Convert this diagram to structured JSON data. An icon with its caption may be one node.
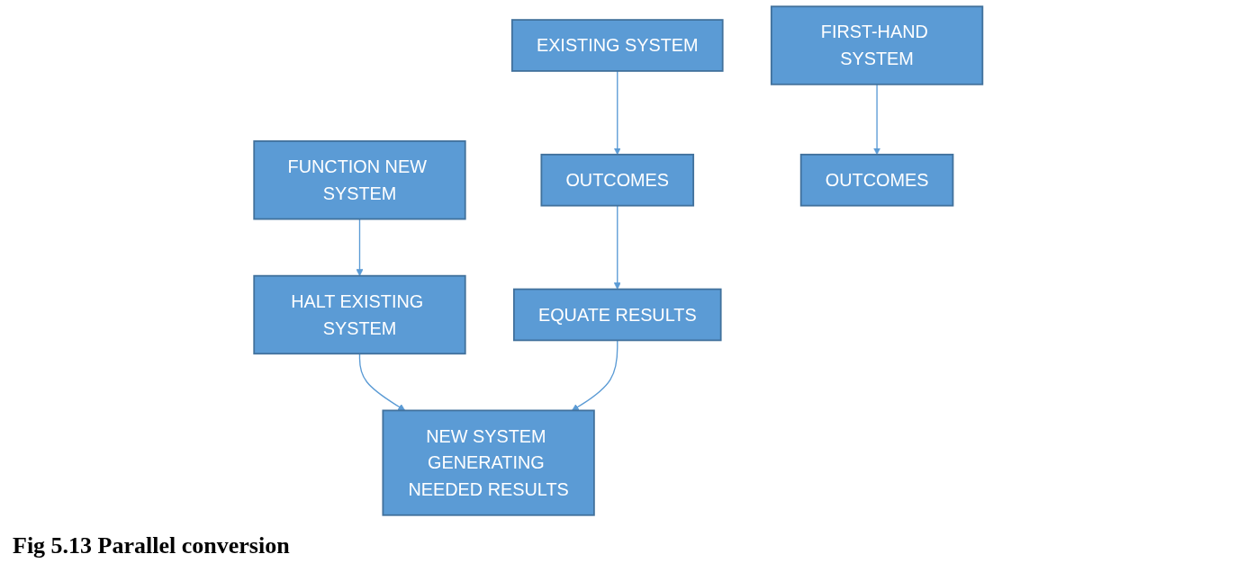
{
  "diagram": {
    "caption": "Fig 5.13 Parallel conversion",
    "nodes": [
      {
        "text": [
          "EXISTING SYSTEM"
        ]
      },
      {
        "text": [
          "FIRST-HAND SYSTEM"
        ]
      },
      {
        "text": [
          "FUNCTION NEW SYSTEM"
        ]
      },
      {
        "text": [
          "OUTCOMES"
        ]
      },
      {
        "text": [
          "OUTCOMES"
        ]
      },
      {
        "text": [
          "HALT EXISTING SYSTEM"
        ]
      },
      {
        "text": [
          "EQUATE RESULTS"
        ]
      },
      {
        "text": [
          "NEW SYSTEM GENERATING NEEDED RESULTS"
        ]
      }
    ],
    "edges": [
      {
        "from": 0,
        "to": 3,
        "arrow": "to"
      },
      {
        "from": 1,
        "to": 4,
        "arrow": "to"
      },
      {
        "from": 2,
        "to": 5,
        "arrow": "to"
      },
      {
        "from": 3,
        "to": 6,
        "arrow": "to"
      },
      {
        "from": 5,
        "to": 7,
        "arrow": "to"
      },
      {
        "from": 6,
        "to": 7,
        "arrow": "to"
      }
    ]
  }
}
